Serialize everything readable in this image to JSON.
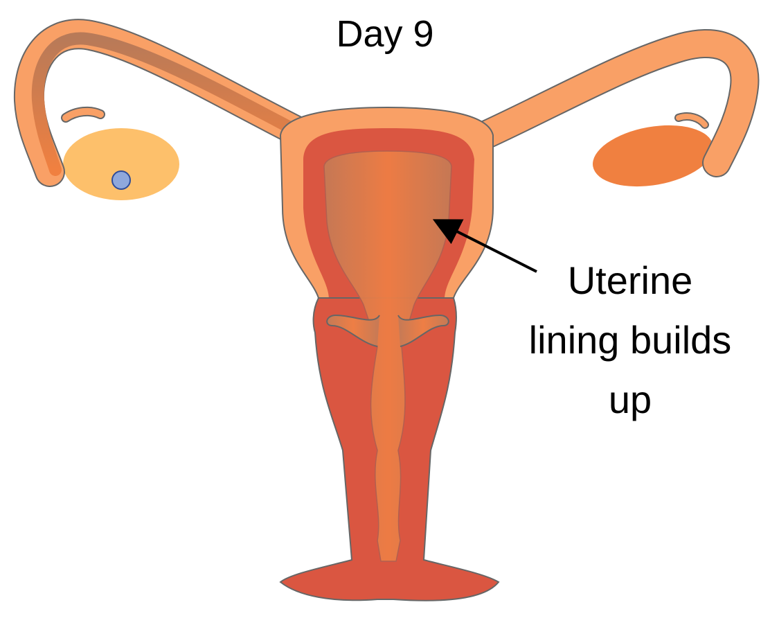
{
  "title": "Day 9",
  "annotation": {
    "lines": [
      "Uterine",
      "lining builds",
      "up"
    ]
  },
  "colors": {
    "tissue_outer": "#F9A066",
    "tissue_red": "#DA5641",
    "lining_center": "#EE7E45",
    "lining_edge": "#C57A56",
    "left_ovary": "#FDC06B",
    "right_ovary": "#F08040",
    "egg": "#8FA8DC",
    "outline": "#666666"
  }
}
